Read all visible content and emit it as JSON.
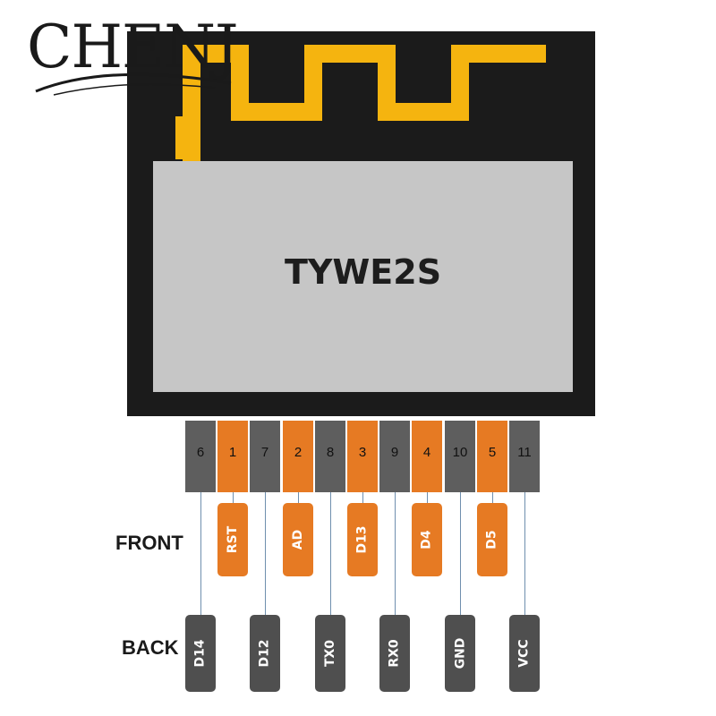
{
  "logo": {
    "text": "CHENJ"
  },
  "module": {
    "name": "TYWE2S"
  },
  "colors": {
    "board": "#1b1b1b",
    "antenna": "#f5b40f",
    "shield": "#c6c6c6",
    "pin_orange": "#e67a23",
    "pin_gray": "#5e5e5e",
    "back_tag": "#4f4f4f",
    "lead": "#6f8fae"
  },
  "pins": [
    {
      "number": "6",
      "side": "back"
    },
    {
      "number": "1",
      "side": "front"
    },
    {
      "number": "7",
      "side": "back"
    },
    {
      "number": "2",
      "side": "front"
    },
    {
      "number": "8",
      "side": "back"
    },
    {
      "number": "3",
      "side": "front"
    },
    {
      "number": "9",
      "side": "back"
    },
    {
      "number": "4",
      "side": "front"
    },
    {
      "number": "10",
      "side": "back"
    },
    {
      "number": "5",
      "side": "front"
    },
    {
      "number": "11",
      "side": "back"
    }
  ],
  "front": {
    "label": "FRONT",
    "signals": [
      "RST",
      "AD",
      "D13",
      "D4",
      "D5"
    ]
  },
  "back": {
    "label": "BACK",
    "signals": [
      "D14",
      "D12",
      "TX0",
      "RX0",
      "GND",
      "VCC"
    ]
  }
}
